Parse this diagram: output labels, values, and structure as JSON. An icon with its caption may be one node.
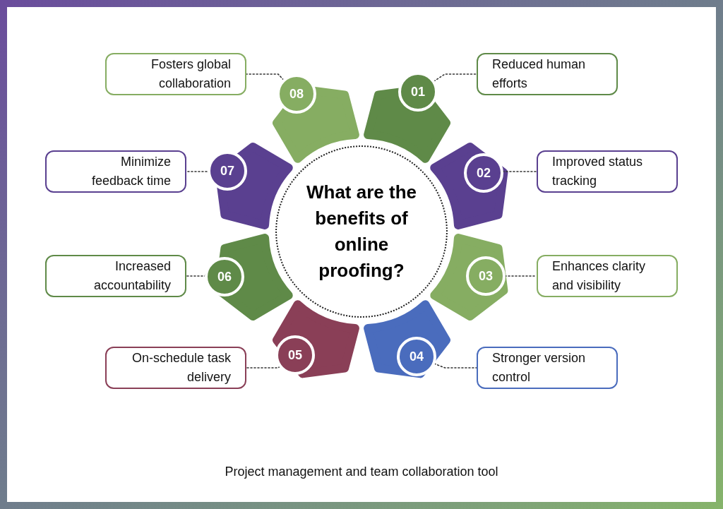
{
  "diagram": {
    "nodes": [
      {
        "text": [
          "What are the benefits of online proofing?"
        ]
      },
      {
        "text": [
          "01"
        ]
      },
      {
        "text": [
          "Reduced human efforts"
        ]
      },
      {
        "text": [
          "02"
        ]
      },
      {
        "text": [
          "Improved status tracking"
        ]
      },
      {
        "text": [
          "03"
        ]
      },
      {
        "text": [
          "Enhances clarity and visibility"
        ]
      },
      {
        "text": [
          "04"
        ]
      },
      {
        "text": [
          "Stronger version control"
        ]
      },
      {
        "text": [
          "05"
        ]
      },
      {
        "text": [
          "On-schedule task delivery"
        ]
      },
      {
        "text": [
          "06"
        ]
      },
      {
        "text": [
          "Increased accountability"
        ]
      },
      {
        "text": [
          "07"
        ]
      },
      {
        "text": [
          "Minimize feedback time"
        ]
      },
      {
        "text": [
          "08"
        ]
      },
      {
        "text": [
          "Fosters global collaboration"
        ]
      }
    ],
    "edges": [
      {
        "from": 1,
        "to": 2,
        "arrow": "none",
        "style": "dashed"
      },
      {
        "from": 3,
        "to": 4,
        "arrow": "none",
        "style": "dashed"
      },
      {
        "from": 5,
        "to": 6,
        "arrow": "none",
        "style": "dashed"
      },
      {
        "from": 7,
        "to": 8,
        "arrow": "none",
        "style": "dashed"
      },
      {
        "from": 9,
        "to": 10,
        "arrow": "none",
        "style": "dashed"
      },
      {
        "from": 11,
        "to": 12,
        "arrow": "none",
        "style": "dashed"
      },
      {
        "from": 13,
        "to": 14,
        "arrow": "none",
        "style": "dashed"
      },
      {
        "from": 15,
        "to": 16,
        "arrow": "none",
        "style": "dashed"
      }
    ],
    "labels": [
      "Project management and team collaboration tool"
    ]
  }
}
